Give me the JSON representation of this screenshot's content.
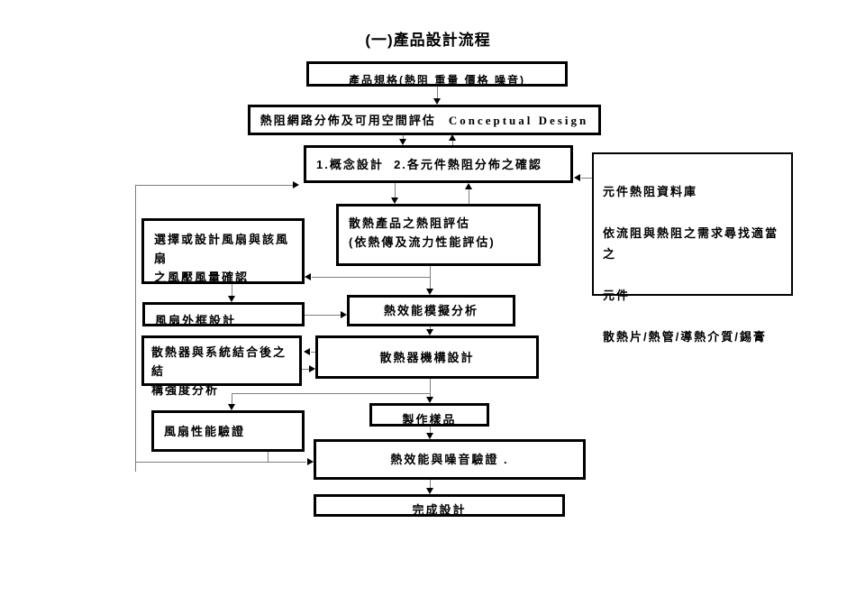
{
  "title": "(一)產品設計流程",
  "boxes": {
    "product_spec": {
      "label": "產品規格(熱阻 重量 價格 噪音)"
    },
    "thermal_network": {
      "label": "熱阻網路分佈及可用空間評估",
      "label_en": "Conceptual Design"
    },
    "concept_design": {
      "label": "1.概念設計  2.各元件熱阻分佈之確認"
    },
    "thermal_eval": {
      "label": "散熱產品之熱阻評估\n(依熱傳及流力性能評估)"
    },
    "fan_select": {
      "label": "選擇或設計風扇與該風扇\n之風壓風量確認"
    },
    "fan_frame": {
      "label": "風扇外框設計"
    },
    "thermal_sim": {
      "label": "熱效能模擬分析"
    },
    "mech_design": {
      "label": "散熱器機構設計"
    },
    "structure": {
      "label": "散熱器與系統結合後之結\n構強度分析"
    },
    "fan_verify": {
      "label": "風扇性能驗證"
    },
    "prototype": {
      "label": "製作樣品"
    },
    "noise_verify": {
      "label": "熱效能與噪音驗證  ."
    },
    "complete": {
      "label": "完成設計"
    },
    "component_db": {
      "lines": [
        "元件熱阻資料庫",
        "依流阻與熱阻之需求尋找適當之",
        "元件一",
        "散熱片/熱管/導熱介質/錫膏"
      ]
    }
  }
}
